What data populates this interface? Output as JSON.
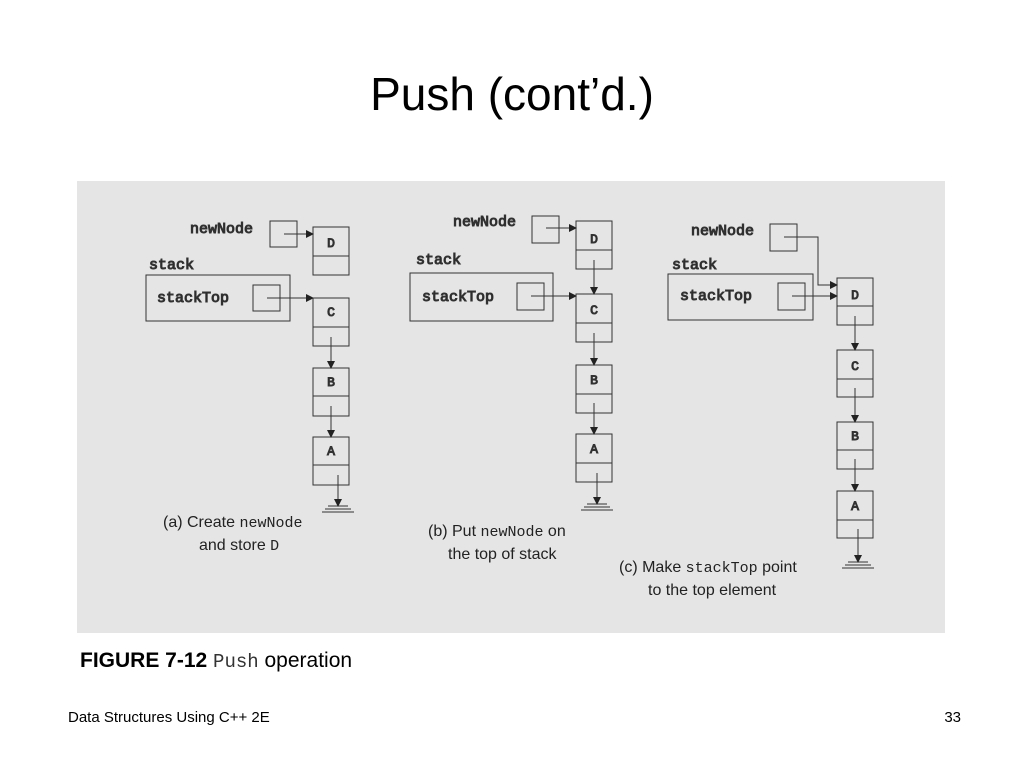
{
  "slide": {
    "title": "Push (cont’d.)",
    "footer_left": "Data Structures Using C++ 2E",
    "page_number": "33"
  },
  "figure": {
    "caption_label": "FIGURE 7-12",
    "caption_code": "Push",
    "caption_text": "operation",
    "labels": {
      "new_node": "newNode",
      "stack": "stack",
      "stack_top": "stackTop"
    },
    "panels": [
      {
        "id": "a",
        "nodes": [
          "D",
          "C",
          "B",
          "A"
        ],
        "caption": {
          "pre": "(a) Create ",
          "code": "newNode",
          "line2_pre": "and store ",
          "line2_code": "D"
        }
      },
      {
        "id": "b",
        "nodes": [
          "D",
          "C",
          "B",
          "A"
        ],
        "caption": {
          "pre": "(b) Put ",
          "code": "newNode",
          "post": " on",
          "line2": "the top of stack"
        }
      },
      {
        "id": "c",
        "nodes": [
          "D",
          "C",
          "B",
          "A"
        ],
        "caption": {
          "pre": "(c) Make ",
          "code": "stackTop",
          "post": " point",
          "line2": "to the top element"
        }
      }
    ]
  }
}
